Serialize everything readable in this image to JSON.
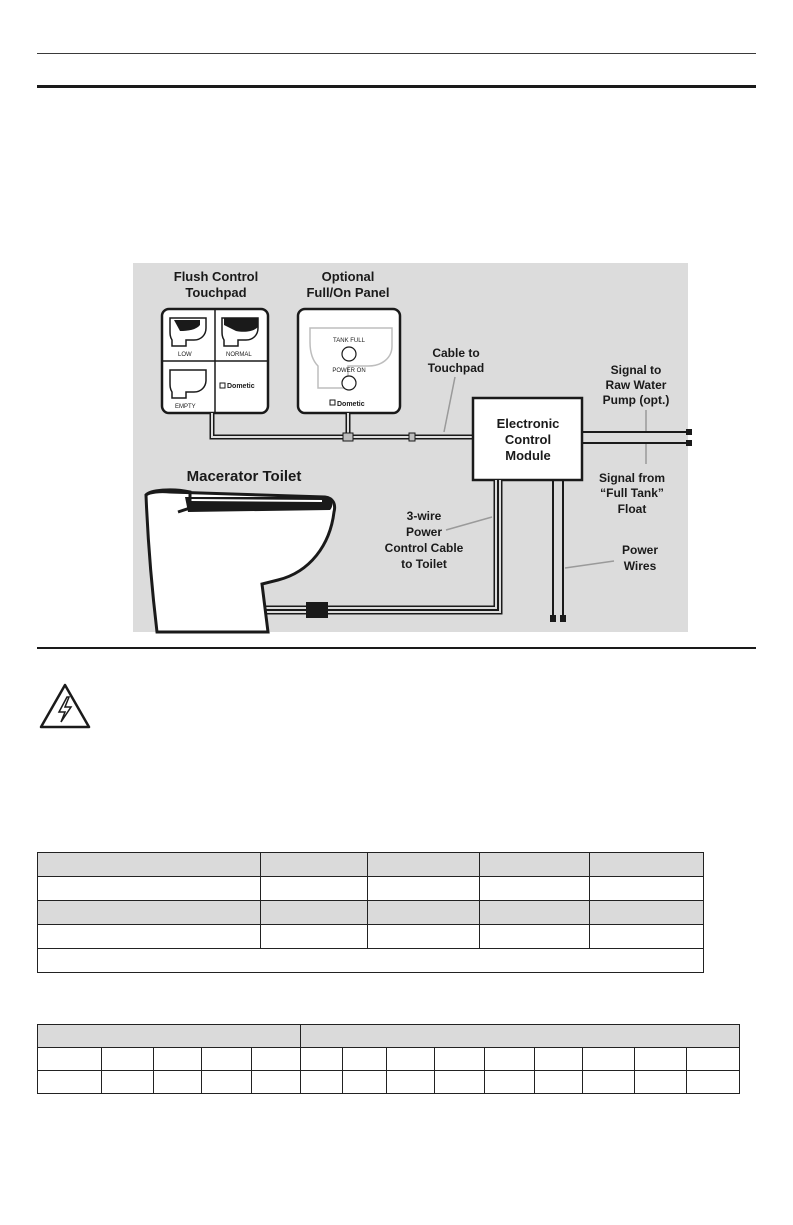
{
  "diagram": {
    "touchpad": {
      "title_line1": "Flush Control",
      "title_line2": "Touchpad",
      "btn_low": "LOW",
      "btn_normal": "NORMAL",
      "btn_empty": "EMPTY",
      "brand": "Dometic"
    },
    "panel": {
      "title_line1": "Optional",
      "title_line2": "Full/On Panel",
      "tank_full": "TANK FULL",
      "power_on": "POWER ON",
      "brand": "Dometic"
    },
    "cable_touchpad": {
      "line1": "Cable to",
      "line2": "Touchpad"
    },
    "module": {
      "line1": "Electronic",
      "line2": "Control",
      "line3": "Module"
    },
    "signal_pump": {
      "line1": "Signal to",
      "line2": "Raw Water",
      "line3": "Pump (opt.)"
    },
    "signal_float": {
      "line1": "Signal from",
      "line2": "“Full Tank”",
      "line3": "Float"
    },
    "toilet_title": "Macerator Toilet",
    "power_cable": {
      "line1": "3-wire",
      "line2": "Power",
      "line3": "Control Cable",
      "line4": "to Toilet"
    },
    "power_wires": {
      "line1": "Power",
      "line2": "Wires"
    }
  },
  "warning_icon": "electrical-hazard-icon"
}
